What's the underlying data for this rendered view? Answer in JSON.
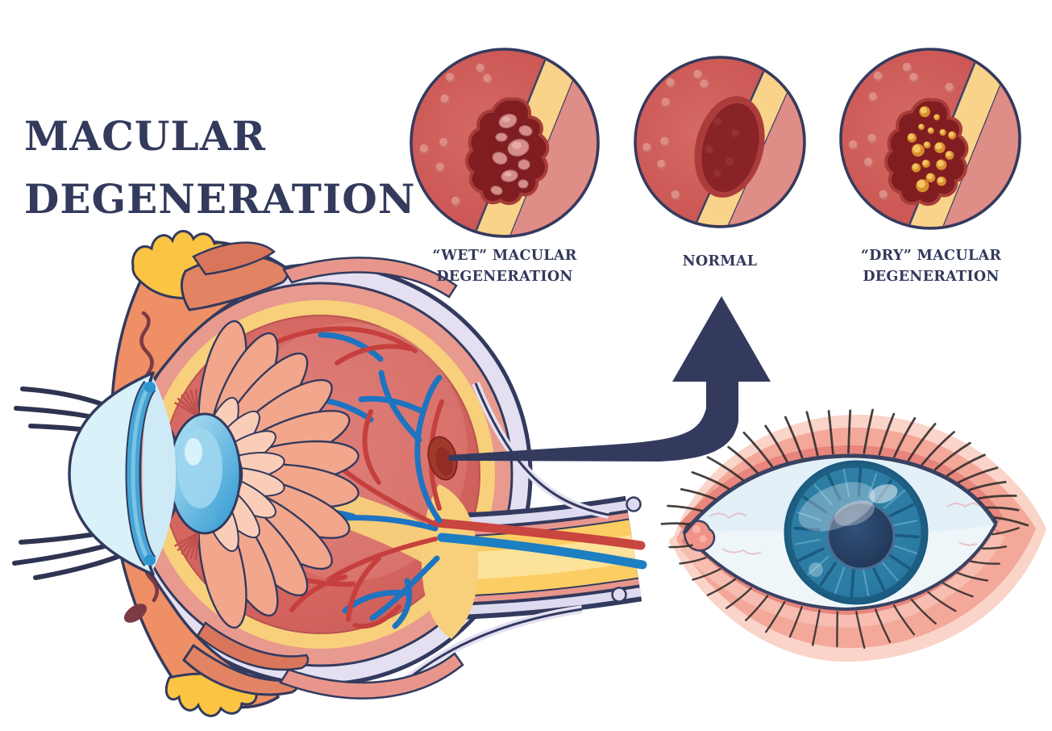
{
  "title": {
    "line1": "MACULAR",
    "line2": "DEGENERATION"
  },
  "panels": {
    "wet": {
      "label": "“WET” MACULAR DEGENERATION"
    },
    "normal": {
      "label": "NORMAL"
    },
    "dry": {
      "label": "“DRY” MACULAR DEGENERATION"
    }
  },
  "colors": {
    "ink_navy": "#333a5e",
    "retina_red": "#cd5a57",
    "retina_dot": "#d9756f",
    "band_yellow": "#f8d389",
    "band_pink": "#df8d87",
    "lesion_dark_red": "#7f1d21",
    "drusen_yellow": "#e5a23c",
    "sclera_lavender": "#e4e0f1",
    "fat_yellow": "#fbc443",
    "muscle_salmon": "#ee8f66",
    "ciliary_salmon": "#f2a68c",
    "vein_blue": "#1d7ec2",
    "artery_red": "#c94540",
    "lens_blue": "#2e96cf",
    "cornea_blue": "#d9f1f9",
    "iris_teal": "#2d7f9f",
    "eye_iris_blue": "#2b7ca4",
    "eyelid_skin": "#f3a89a"
  }
}
